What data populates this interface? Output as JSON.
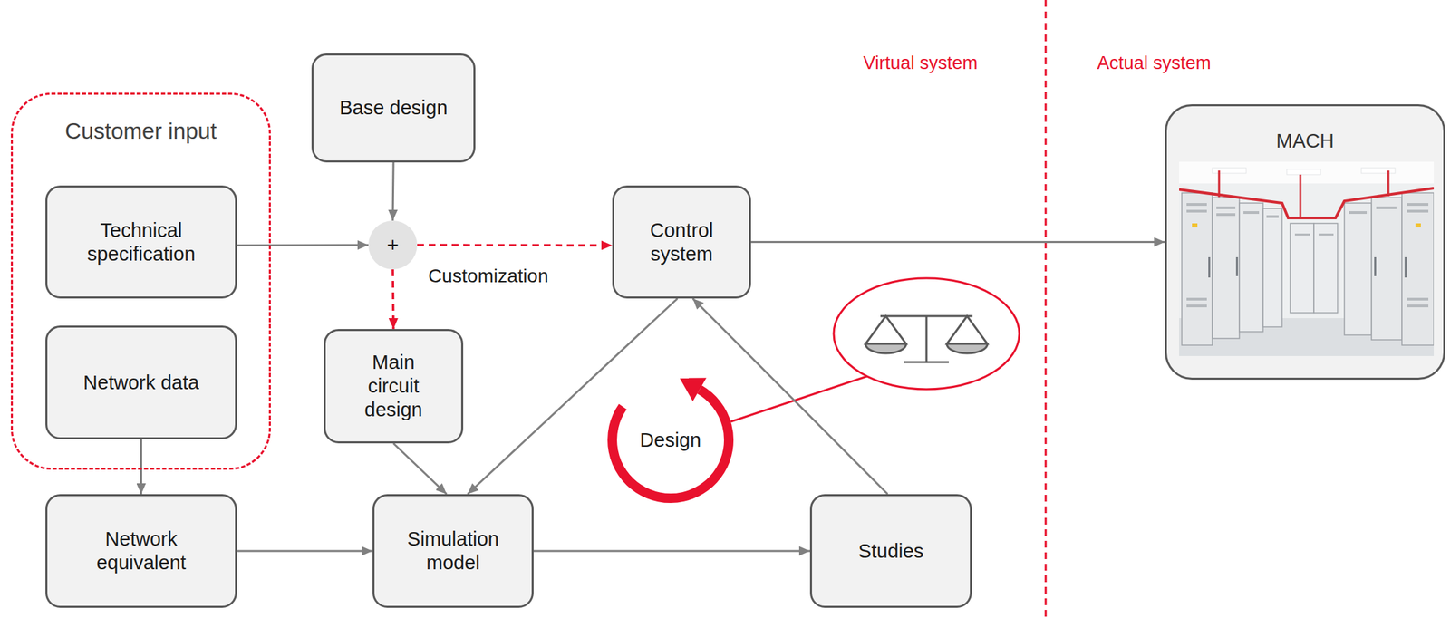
{
  "diagram": {
    "nodes": [
      {
        "text": [
          "Customer input"
        ]
      },
      {
        "text": [
          "Technical specification"
        ],
        "in": 0
      },
      {
        "text": [
          "Network data"
        ],
        "in": 0
      },
      {
        "text": [
          "Base design"
        ]
      },
      {
        "text": [
          "+"
        ]
      },
      {
        "text": [
          "Control system"
        ]
      },
      {
        "text": [
          "Main circuit design"
        ]
      },
      {
        "text": [
          "Network equivalent"
        ]
      },
      {
        "text": [
          "Simulation model"
        ]
      },
      {
        "text": [
          "Studies"
        ]
      },
      {
        "text": [
          "MACH"
        ]
      }
    ],
    "edges": [
      {
        "from": 1,
        "to": 4,
        "arrow": "to"
      },
      {
        "from": 3,
        "to": 4,
        "arrow": "to"
      },
      {
        "from": 4,
        "to": 5,
        "label": "Customization",
        "arrow": "to"
      },
      {
        "from": 4,
        "to": 6,
        "arrow": "to"
      },
      {
        "from": 2,
        "to": 7,
        "arrow": "to"
      },
      {
        "from": 7,
        "to": 8,
        "arrow": "to"
      },
      {
        "from": 6,
        "to": 8,
        "arrow": "to"
      },
      {
        "from": 5,
        "to": 8,
        "arrow": "to"
      },
      {
        "from": 8,
        "to": 9,
        "arrow": "to"
      },
      {
        "from": 9,
        "to": 5,
        "arrow": "to"
      },
      {
        "from": 5,
        "to": 10,
        "arrow": "to"
      }
    ],
    "labels": [
      "Design",
      "Virtual system",
      "Actual system"
    ]
  }
}
